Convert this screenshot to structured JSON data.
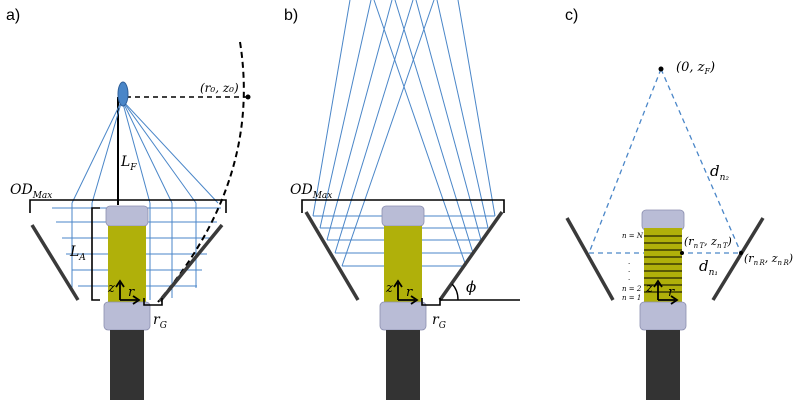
{
  "figure": {
    "panels": [
      {
        "label": "a)",
        "annotations": {
          "source_point": "(r₀, z₀)",
          "focal_length": "L",
          "focal_length_sub": "F",
          "od_max": "OD",
          "od_max_sub": "Max",
          "active_length": "L",
          "active_length_sub": "A",
          "axis_z": "z",
          "axis_r": "r",
          "gap": "r",
          "gap_sub": "G"
        }
      },
      {
        "label": "b)",
        "annotations": {
          "od_max": "OD",
          "od_max_sub": "Max",
          "axis_z": "z",
          "axis_r": "r",
          "angle": "ϕ",
          "gap": "r",
          "gap_sub": "G"
        }
      },
      {
        "label": "c)",
        "annotations": {
          "focus_point": "(0, z",
          "focus_point_sub": "F",
          "focus_point_close": ")",
          "distance_2": "d",
          "distance_2_sub": "n₂",
          "distance_1": "d",
          "distance_1_sub": "n₁",
          "target_point": "(r",
          "target_point_sub1": "n T",
          "target_point_mid": ", z",
          "target_point_sub2": "n T",
          "target_point_close": ")",
          "reflector_point": "(r",
          "reflector_point_sub1": "n R",
          "reflector_point_mid": ", z",
          "reflector_point_sub2": "n R",
          "reflector_point_close": ")",
          "layer_top": "n = N",
          "layer_2": "n = 2",
          "layer_1": "n = 1",
          "axis_z": "z",
          "axis_r": "r"
        }
      }
    ]
  },
  "colors": {
    "ray": "#4a86c8",
    "rod": "#b0b00a",
    "cap": "#b9bcd6",
    "base": "#333333",
    "reflector": "#3a3a3a"
  }
}
